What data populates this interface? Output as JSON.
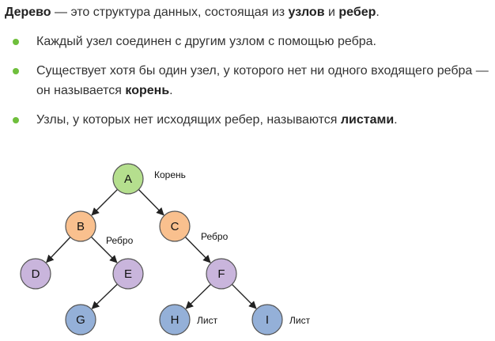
{
  "intro": {
    "term": "Дерево",
    "text_before": " — это структура данных, состоящая из ",
    "nodes_word": "узлов",
    "and_word": " и ",
    "edges_word": "ребер",
    "end": "."
  },
  "bullets": [
    {
      "text": "Каждый узел соединен с другим узлом с помощью ребра."
    },
    {
      "text_before": "Существует хотя бы один узел, у которого нет ни одного входящего ребра — он называется ",
      "bold": "корень",
      "text_after": "."
    },
    {
      "text_before": "Узлы, у которых нет исходящих ребер, называются ",
      "bold": "листами",
      "text_after": "."
    }
  ],
  "colors": {
    "bullet": "#6fbf3c",
    "root_fill": "#b5df8e",
    "orange_fill": "#f9c08e",
    "purple_fill": "#c9b5dc",
    "blue_fill": "#94b0d8",
    "stroke": "#555555"
  },
  "tree": {
    "nodes": [
      {
        "id": "A",
        "label": "A",
        "color": "root"
      },
      {
        "id": "B",
        "label": "B",
        "color": "orange"
      },
      {
        "id": "C",
        "label": "C",
        "color": "orange"
      },
      {
        "id": "D",
        "label": "D",
        "color": "purple"
      },
      {
        "id": "E",
        "label": "E",
        "color": "purple"
      },
      {
        "id": "F",
        "label": "F",
        "color": "purple"
      },
      {
        "id": "G",
        "label": "G",
        "color": "blue"
      },
      {
        "id": "H",
        "label": "H",
        "color": "blue"
      },
      {
        "id": "I",
        "label": "I",
        "color": "blue"
      }
    ],
    "edges": [
      {
        "from": "A",
        "to": "B"
      },
      {
        "from": "A",
        "to": "C"
      },
      {
        "from": "B",
        "to": "D"
      },
      {
        "from": "B",
        "to": "E"
      },
      {
        "from": "C",
        "to": "F"
      },
      {
        "from": "E",
        "to": "G"
      },
      {
        "from": "F",
        "to": "H"
      },
      {
        "from": "F",
        "to": "I"
      }
    ],
    "annotations": {
      "root": "Корень",
      "edge_left": "Ребро",
      "edge_right": "Ребро",
      "leaf_h": "Лист",
      "leaf_i": "Лист"
    }
  }
}
